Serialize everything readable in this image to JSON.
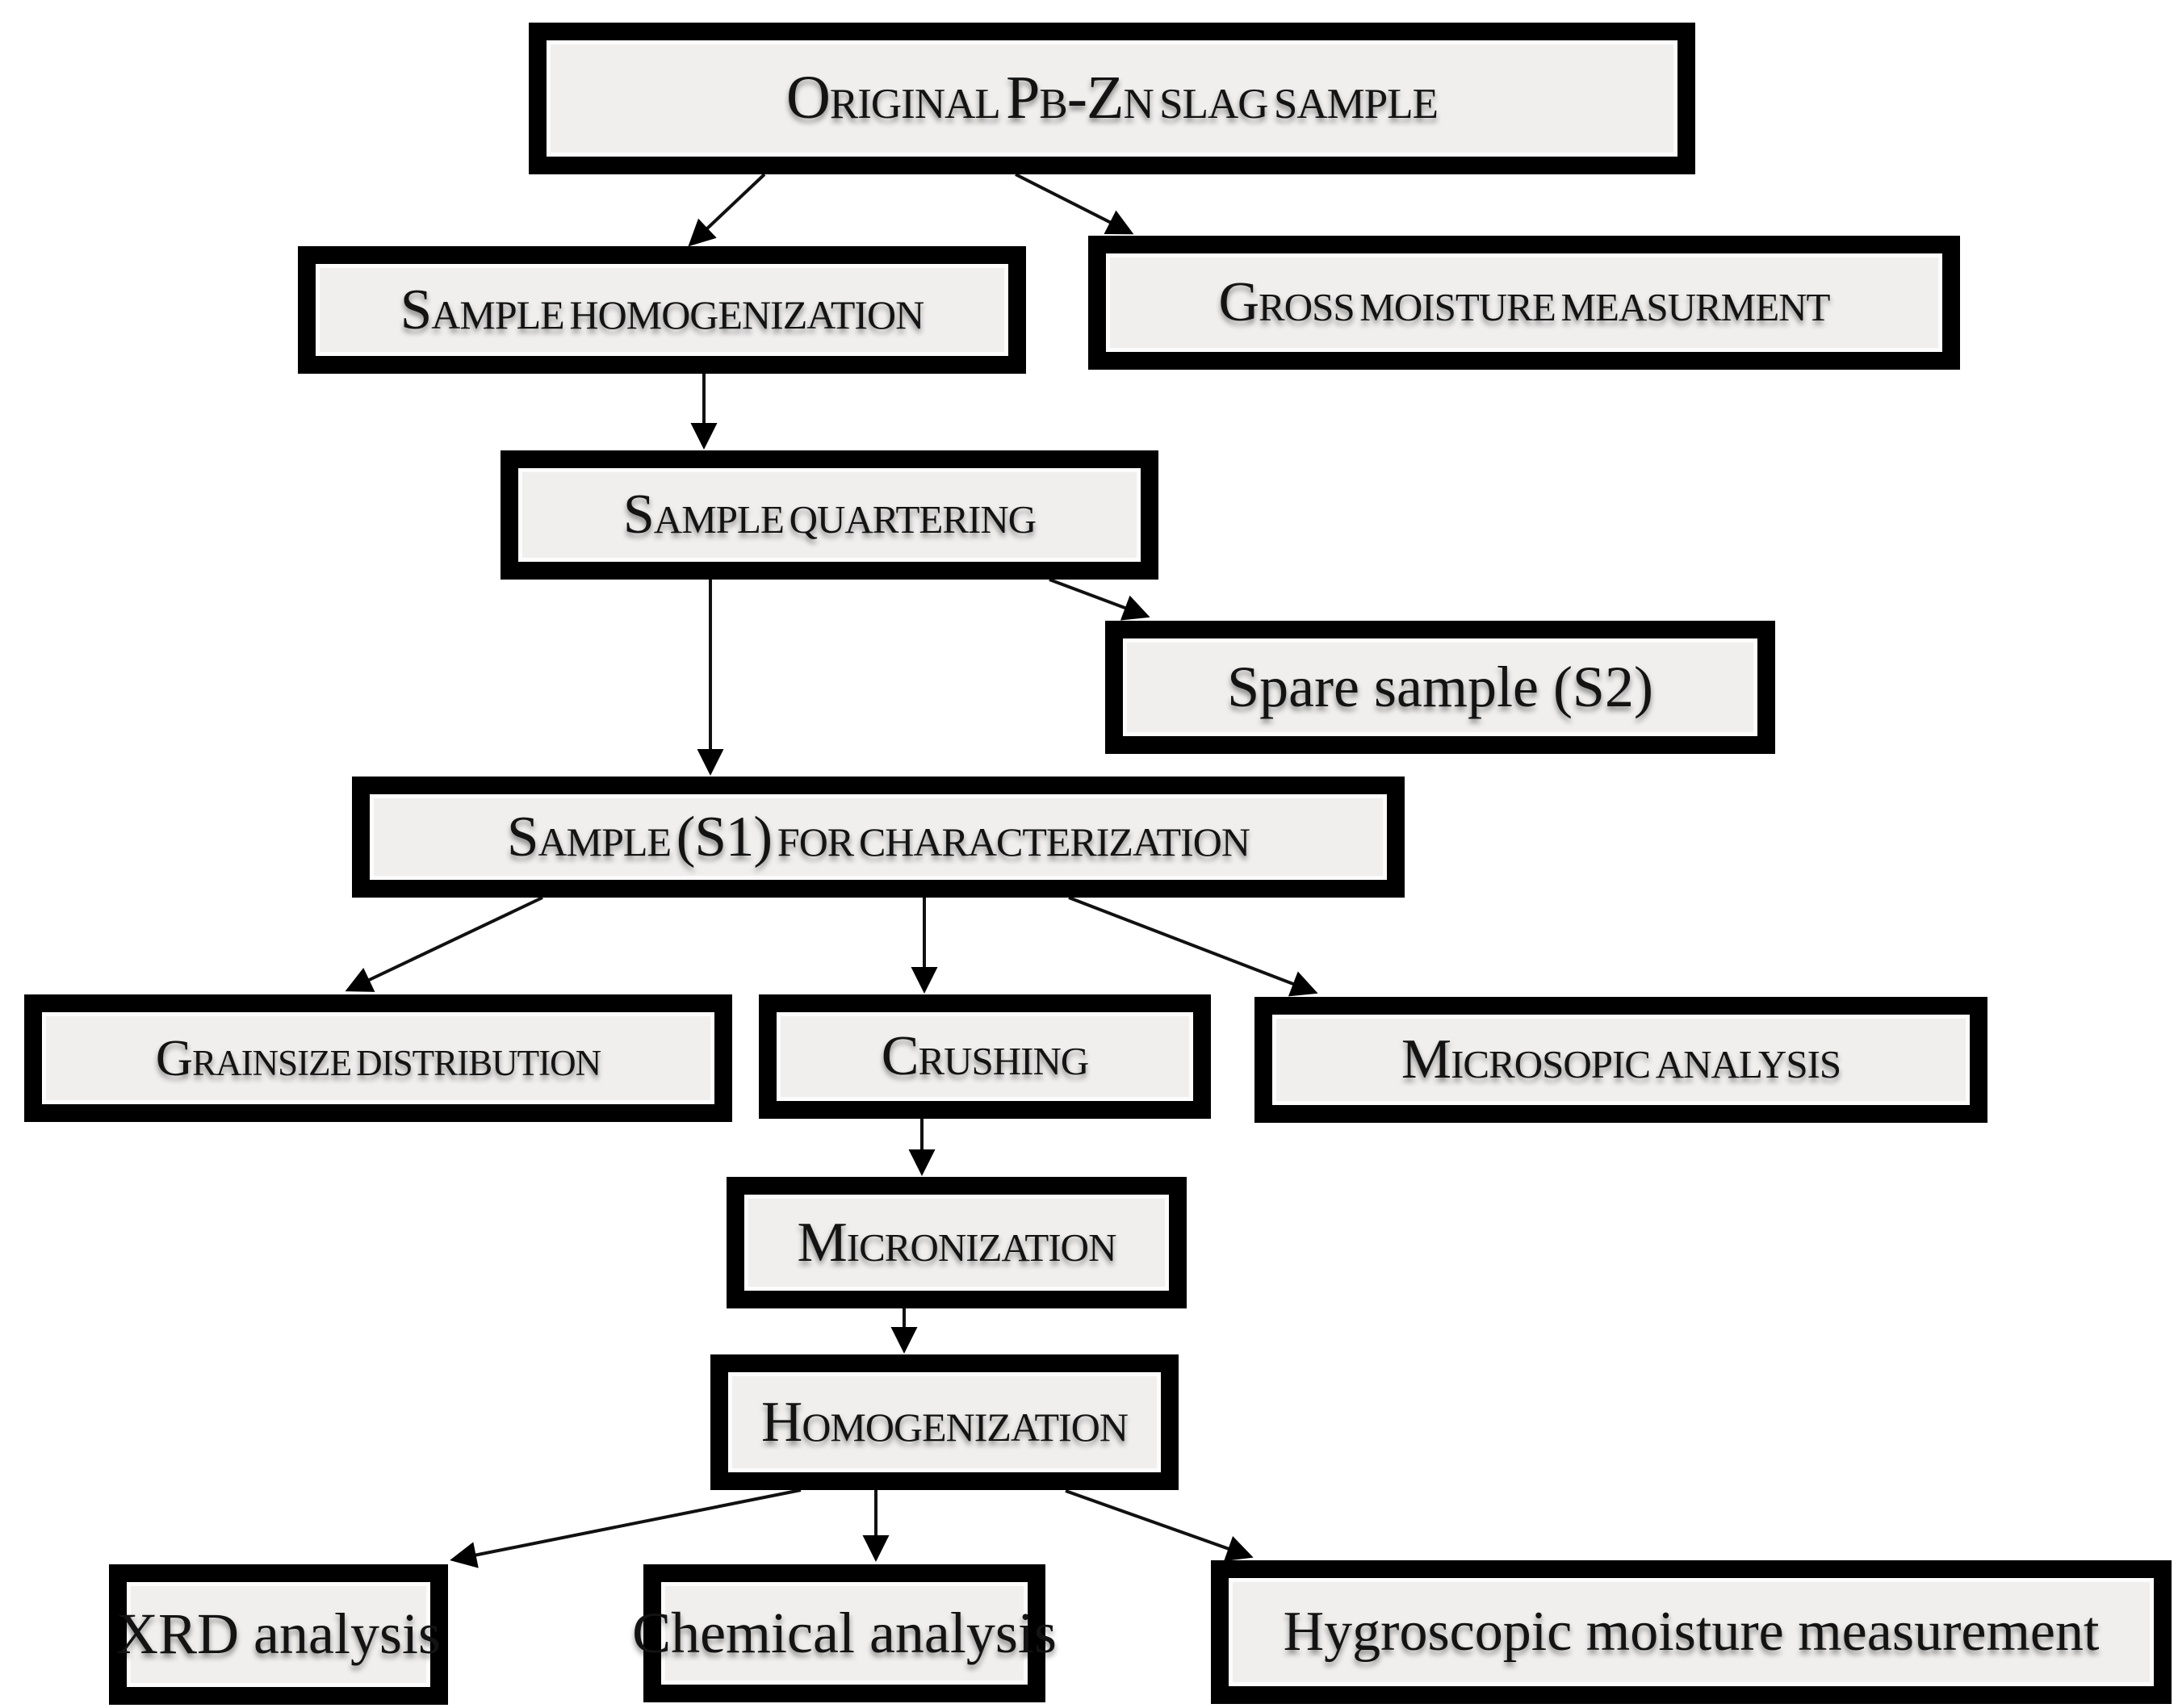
{
  "nodes": {
    "original": {
      "label": "Original Pb-Zn slag sample"
    },
    "homog1": {
      "label": "Sample homogenization"
    },
    "gross": {
      "label": "Gross moisture measurment"
    },
    "quartering": {
      "label": "Sample quartering"
    },
    "spare": {
      "label": "Spare sample (S2)"
    },
    "s1": {
      "label": "Sample (S1) for characterization"
    },
    "grainsize": {
      "label": "Grainsize distribution"
    },
    "crushing": {
      "label": "Crushing"
    },
    "microscopic": {
      "label": "Microsopic analysis"
    },
    "micronization": {
      "label": "Micronization"
    },
    "homog2": {
      "label": "Homogenization"
    },
    "xrd": {
      "label": "XRD analysis"
    },
    "chemical": {
      "label": "Chemical analysis"
    },
    "hygroscopic": {
      "label": "Hygroscopic moisture measurement"
    }
  },
  "edges": [
    {
      "from": "original",
      "to": "homog1"
    },
    {
      "from": "original",
      "to": "gross"
    },
    {
      "from": "homog1",
      "to": "quartering"
    },
    {
      "from": "quartering",
      "to": "spare"
    },
    {
      "from": "quartering",
      "to": "s1"
    },
    {
      "from": "s1",
      "to": "grainsize"
    },
    {
      "from": "s1",
      "to": "crushing"
    },
    {
      "from": "s1",
      "to": "microscopic"
    },
    {
      "from": "crushing",
      "to": "micronization"
    },
    {
      "from": "micronization",
      "to": "homog2"
    },
    {
      "from": "homog2",
      "to": "xrd"
    },
    {
      "from": "homog2",
      "to": "chemical"
    },
    {
      "from": "homog2",
      "to": "hygroscopic"
    }
  ],
  "colors": {
    "box_fill": "#f0efee",
    "box_border": "#000000",
    "arrow": "#111111",
    "background": "#ffffff"
  }
}
